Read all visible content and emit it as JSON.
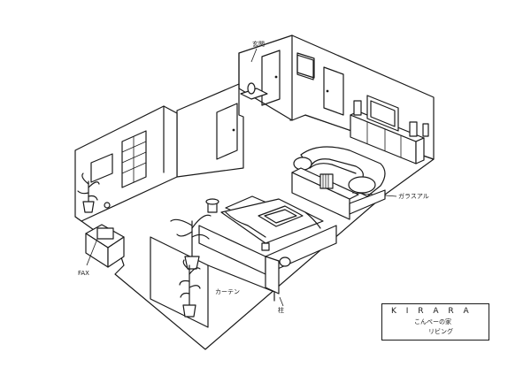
{
  "labels": {
    "genkan": "玄関",
    "fax": "FAX",
    "curtain": "カーテン",
    "pillar": "柱",
    "glass": "ガラスアル"
  },
  "title_block": {
    "title": "K I R A R A",
    "subtitle": "こんぺーの家",
    "room": "リビング"
  }
}
